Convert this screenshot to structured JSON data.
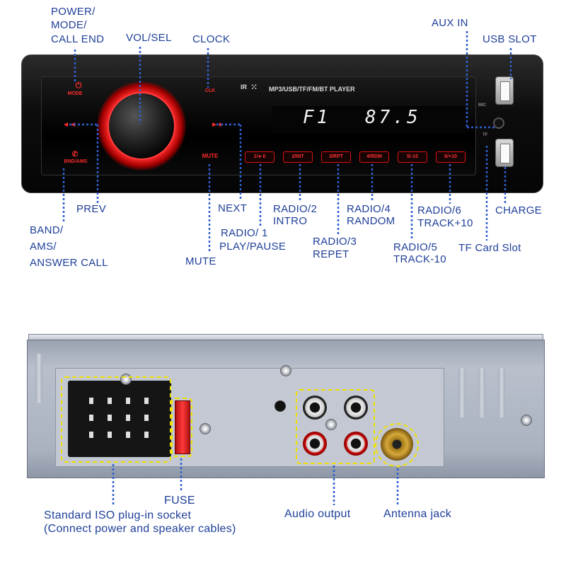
{
  "colors": {
    "label_text": "#1f3f99",
    "callout_line": "#2f5fd0",
    "panel_red": "#ff2b2b",
    "highlight_box": "#f0e200"
  },
  "front": {
    "labels": {
      "power": [
        "POWER/",
        "MODE/",
        "CALL END"
      ],
      "vol": "VOL/SEL",
      "clock": "CLOCK",
      "aux": "AUX IN",
      "usb": "USB SLOT",
      "prev": "PREV",
      "band": [
        "BAND/",
        "AMS/",
        "ANSWER CALL"
      ],
      "mute": "MUTE",
      "next": "NEXT",
      "radio1": [
        "RADIO/ 1",
        "PLAY/PAUSE"
      ],
      "radio2": [
        "RADIO/2",
        "INTRO"
      ],
      "radio3": [
        "RADIO/3",
        "REPET"
      ],
      "radio4": [
        "RADIO/4",
        "RANDOM"
      ],
      "radio5": [
        "RADIO/5",
        "TRACK-10"
      ],
      "radio6": [
        "RADIO/6",
        "TRACK+10"
      ],
      "charge": "CHARGE",
      "tf": "TF Card Slot"
    },
    "device": {
      "ir": "IR",
      "model": "MP3/USB/TF/FM/BT  PLAYER",
      "band_text": "F1",
      "freq": "87.5",
      "mute_btn": "MUTE",
      "bnd_btn": "BND/AMS",
      "mode_btn": "MODE",
      "clk_btn": "CLK",
      "mic": "MIC",
      "tf": "TF",
      "buttons": [
        "1/►II",
        "2/INT",
        "3/RPT",
        "4/RDM",
        "5/-10",
        "6/+10"
      ]
    }
  },
  "rear": {
    "labels": {
      "fuse": "FUSE",
      "iso_line1": "Standard ISO plug-in socket",
      "iso_line2": "(Connect power and speaker cables)",
      "audio": "Audio output",
      "antenna": "Antenna jack"
    }
  }
}
